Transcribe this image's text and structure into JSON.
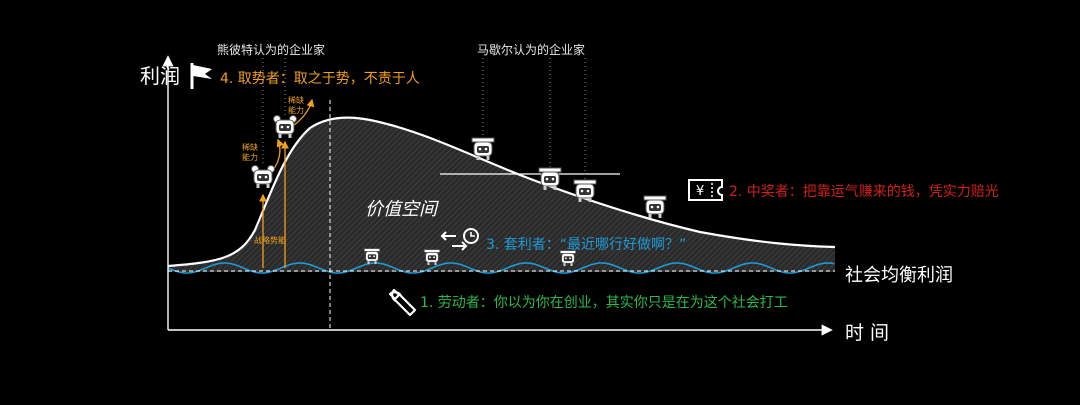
{
  "axes": {
    "y_label": "利润",
    "x_label": "时 间"
  },
  "reference_line_label": "社会均衡利润",
  "top_labels": {
    "left": "熊彼特认为的企业家",
    "right": "马歇尔认为的企业家"
  },
  "area_label": "价值空间",
  "categories": [
    {
      "text": "4. 取势者：取之于势，不责于人",
      "color": "#f0a01a",
      "icon": "flag-icon"
    },
    {
      "text": "2. 中奖者：把靠运气赚来的钱，凭实力赔光",
      "color": "#d0201a",
      "icon": "lottery-ticket-icon"
    },
    {
      "text": "3. 套利者：“最近哪行好做啊？”",
      "color": "#1e9ad6",
      "icon": "arbitrage-clock-icon"
    },
    {
      "text": "1. 劳动者：你以为你在创业，其实你只是在为这个社会打工",
      "color": "#2eb84a",
      "icon": "wrench-icon"
    }
  ],
  "annotations": {
    "scarce_ability_1": "稀缺\n能力",
    "scarce_ability_2": "稀缺\n能力",
    "strategic_momentum": "战略势能"
  },
  "colors": {
    "background": "#000000",
    "curve": "#ffffff",
    "wave": "#1e9ad6",
    "orange": "#f0a01a"
  }
}
